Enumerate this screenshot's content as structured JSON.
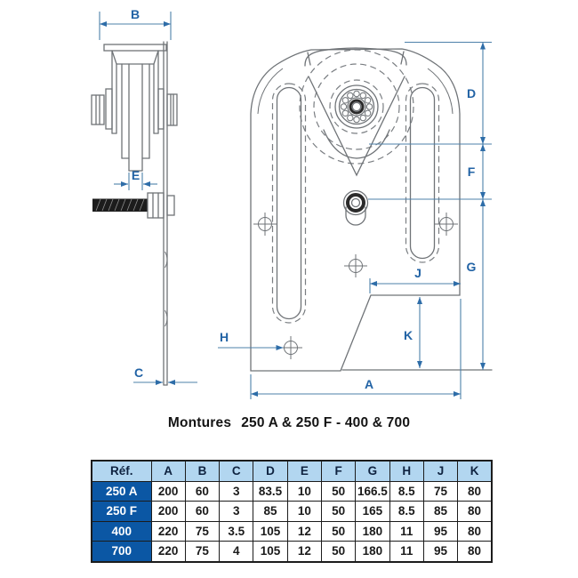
{
  "title": {
    "word": "Montures",
    "models": "250 A & 250 F - 400 & 700"
  },
  "dims": {
    "A": "A",
    "B": "B",
    "C": "C",
    "D": "D",
    "E": "E",
    "F": "F",
    "G": "G",
    "H": "H",
    "J": "J",
    "K": "K"
  },
  "table": {
    "headers": [
      "Réf.",
      "A",
      "B",
      "C",
      "D",
      "E",
      "F",
      "G",
      "H",
      "J",
      "K"
    ],
    "rows": [
      {
        "ref": "250 A",
        "values": [
          "200",
          "60",
          "3",
          "83.5",
          "10",
          "50",
          "166.5",
          "8.5",
          "75",
          "80"
        ]
      },
      {
        "ref": "250 F",
        "values": [
          "200",
          "60",
          "3",
          "85",
          "10",
          "50",
          "165",
          "8.5",
          "85",
          "80"
        ]
      },
      {
        "ref": "400",
        "values": [
          "220",
          "75",
          "3.5",
          "105",
          "12",
          "50",
          "180",
          "11",
          "95",
          "80"
        ]
      },
      {
        "ref": "700",
        "values": [
          "220",
          "75",
          "4",
          "105",
          "12",
          "50",
          "180",
          "11",
          "95",
          "80"
        ]
      }
    ]
  },
  "colors": {
    "dimension_blue": "#4d80aa",
    "label_blue": "#2263a5",
    "line_gray": "#6f7377",
    "table_header_bg": "#b2d6f0",
    "table_ref_bg": "#0b57a4",
    "table_border": "#1c1c1c"
  }
}
